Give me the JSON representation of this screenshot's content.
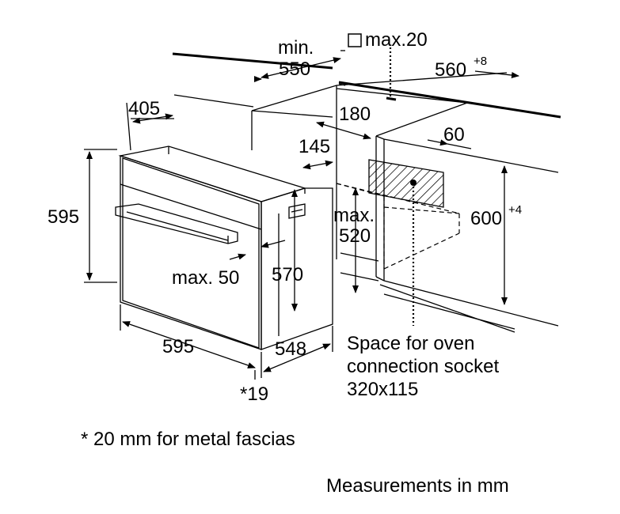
{
  "labels": {
    "min": "min.",
    "depth_550": "550",
    "max20": "max.20",
    "width_560": "560",
    "width_560_tol": "+8",
    "depth_405": "405",
    "gap_180": "180",
    "dim_145": "145",
    "dim_60": "60",
    "height_595": "595",
    "max": "max.",
    "dim_520": "520",
    "height_600": "600",
    "height_600_tol": "+4",
    "max50": "max. 50",
    "height_570": "570",
    "width_595": "595",
    "depth_548": "548",
    "fascia_19": "*19",
    "socket_line1": "Space for oven",
    "socket_line2": "connection socket",
    "socket_line3": "320x115",
    "footnote": "* 20 mm for metal fascias",
    "units": "Measurements in mm"
  },
  "colors": {
    "lines": "#000000",
    "background": "#ffffff"
  }
}
